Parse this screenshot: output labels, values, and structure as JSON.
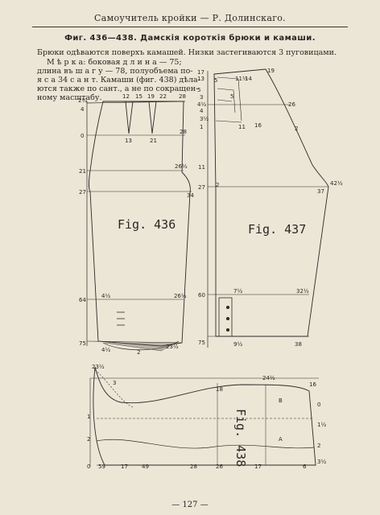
{
  "header": {
    "title": "Самоучитель кройки — Р. Долинскаго."
  },
  "figure_title": "Фиг. 436—438. Дамскія короткія брюки и камаши.",
  "body_text": [
    "Брюки одѣваются поверхъ камашей.  Низки застегиваются 3 пуговицами.",
    "М ѣ р к а: боковая д л и н а — 75;",
    "длина въ ш а г у — 78, полуобъема по-",
    "я с а 34 с а н т.  Камаши (фиг. 438) дѣла-",
    "ются также по сант., а не по сокращен-",
    "ному масштабу."
  ],
  "fig436": {
    "label": "Fig. 436",
    "marks": [
      "2¼",
      "12",
      "15",
      "19",
      "22",
      "28",
      "4",
      "13",
      "21",
      "0",
      "28",
      "21",
      "26½",
      "27",
      "34",
      "64",
      "4½",
      "26½",
      "75",
      "4½",
      "23½",
      "2"
    ]
  },
  "fig437": {
    "label": "Fig. 437",
    "marks": [
      "17",
      "13",
      "19",
      "5",
      "11½",
      "14",
      "5",
      "4½",
      "3",
      "5",
      "26",
      "4",
      "16",
      "3½",
      "11",
      "1",
      "2",
      "42½",
      "27",
      "2",
      "37",
      "60",
      "7½",
      "32½",
      "75",
      "9½",
      "38",
      "11"
    ]
  },
  "fig438": {
    "label": "Fig. 438",
    "marks": [
      "23½",
      "3",
      "18",
      "24½",
      "16",
      "B",
      "A",
      "1",
      "2",
      "0",
      "59",
      "17",
      "49",
      "26",
      "28",
      "17",
      "6",
      "3½",
      "2",
      "1½",
      "0"
    ]
  },
  "footer": {
    "page_number": "— 127 —"
  }
}
